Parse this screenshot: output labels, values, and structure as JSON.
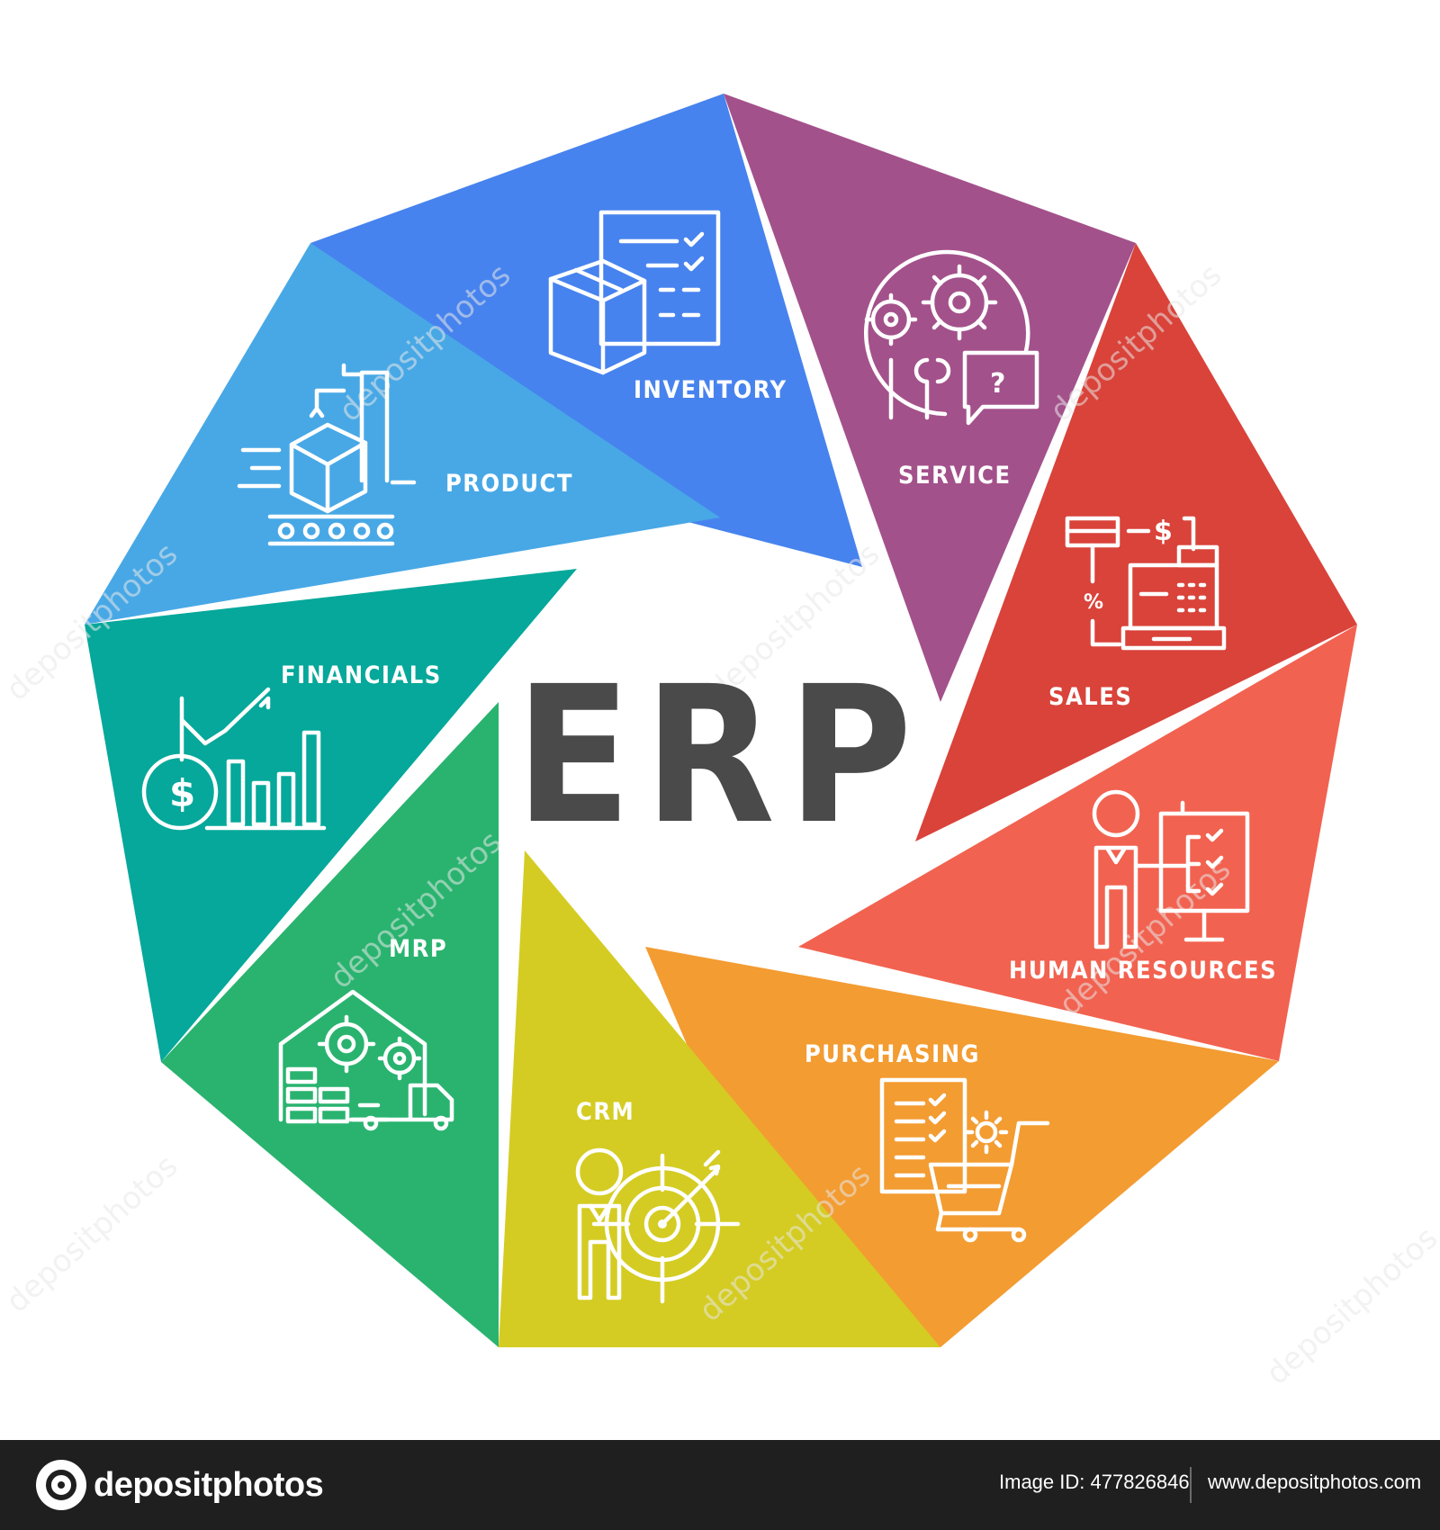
{
  "diagram": {
    "title": "ERP",
    "segments": [
      {
        "label": "INVENTORY",
        "color": "#4783ee",
        "icon": "box-checklist-icon"
      },
      {
        "label": "SERVICE",
        "color": "#a3518b",
        "icon": "gears-support-icon"
      },
      {
        "label": "SALES",
        "color": "#d9433a",
        "icon": "cash-register-icon"
      },
      {
        "label": "HUMAN RESOURCES",
        "color": "#f26250",
        "icon": "person-presentation-icon"
      },
      {
        "label": "PURCHASING",
        "color": "#f39c32",
        "icon": "shopping-cart-list-icon"
      },
      {
        "label": "CRM",
        "color": "#d4cc22",
        "icon": "person-target-icon"
      },
      {
        "label": "MRP",
        "color": "#29b36f",
        "icon": "factory-gears-icon"
      },
      {
        "label": "FINANCIALS",
        "color": "#05a89a",
        "icon": "finance-chart-icon"
      },
      {
        "label": "PRODUCT",
        "color": "#48a8e6",
        "icon": "conveyor-box-icon"
      }
    ],
    "watermark": "depositphotos"
  },
  "footer": {
    "brand": "depositphotos",
    "image_id": "Image ID: 477826846",
    "url": "www.depositphotos.com"
  }
}
